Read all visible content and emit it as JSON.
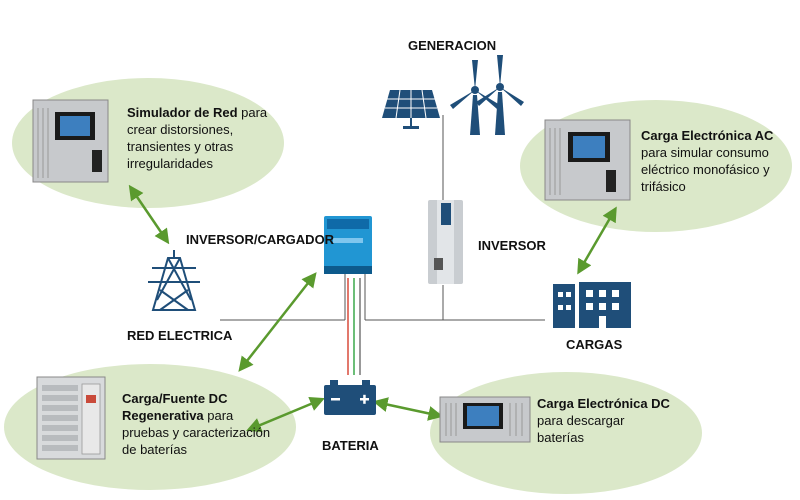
{
  "labels": {
    "generacion": "GENERACION",
    "inversor_cargador": "INVERSOR/CARGADOR",
    "inversor": "INVERSOR",
    "red_electrica": "RED ELECTRICA",
    "cargas": "CARGAS",
    "bateria": "BATERIA"
  },
  "boxes": {
    "simulador": {
      "title": "Simulador de Red",
      "line1": " para",
      "line2": "crear distorsiones,",
      "line3": "transientes y otras",
      "line4": "irregularidades"
    },
    "carga_ac": {
      "title": "Carga Electrónica AC",
      "line1": "para simular consumo",
      "line2": "eléctrico monofásico y",
      "line3": "trifásico"
    },
    "carga_fuente_dc": {
      "title1": "Carga/Fuente DC",
      "title2": "Regenerativa",
      "line2_rest": " para",
      "line3": "pruebas y caracterización",
      "line4": "de baterías"
    },
    "carga_dc": {
      "title": "Carga Electrónica DC",
      "line1": "para descargar",
      "line2": "baterías"
    }
  },
  "colors": {
    "arrow": "#5a9a2e",
    "icon_blue": "#1f4e79",
    "inverter_blue": "#2196d3",
    "bubble": "#dbe8c9"
  }
}
